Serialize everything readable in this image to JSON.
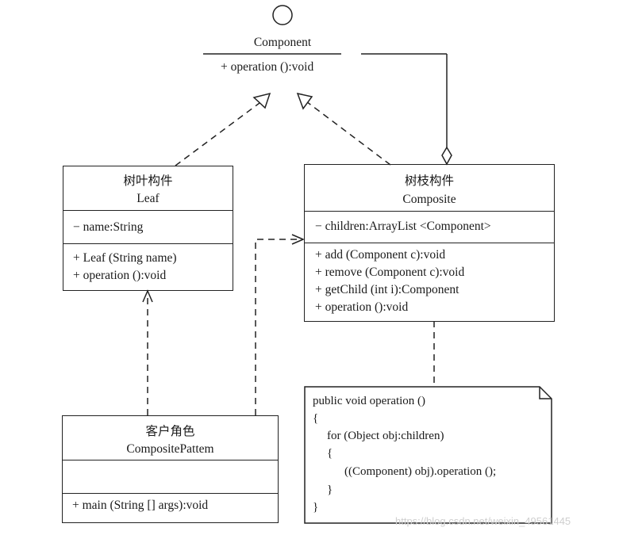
{
  "component": {
    "name": "Component",
    "operations": [
      "+ operation ():void"
    ]
  },
  "leaf": {
    "name_cn": "树叶构件",
    "name": "Leaf",
    "attributes": [
      "− name:String"
    ],
    "operations": [
      "+ Leaf (String name)",
      "+ operation ():void"
    ]
  },
  "composite": {
    "name_cn": "树枝构件",
    "name": "Composite",
    "attributes": [
      "− children:ArrayList <Component>"
    ],
    "operations": [
      "+ add (Component c):void",
      "+ remove (Component c):void",
      "+ getChild (int i):Component",
      "+ operation ():void"
    ]
  },
  "client": {
    "name_cn": "客户角色",
    "name": "CompositePattem",
    "attributes": [],
    "operations": [
      "+ main (String [] args):void"
    ]
  },
  "note": {
    "lines": [
      "public void operation ()",
      "{",
      "for (Object obj:children)",
      "{",
      "((Component) obj).operation ();",
      "}",
      "}"
    ]
  },
  "watermark": "https://blog.csdn.net/weixin_49561445"
}
